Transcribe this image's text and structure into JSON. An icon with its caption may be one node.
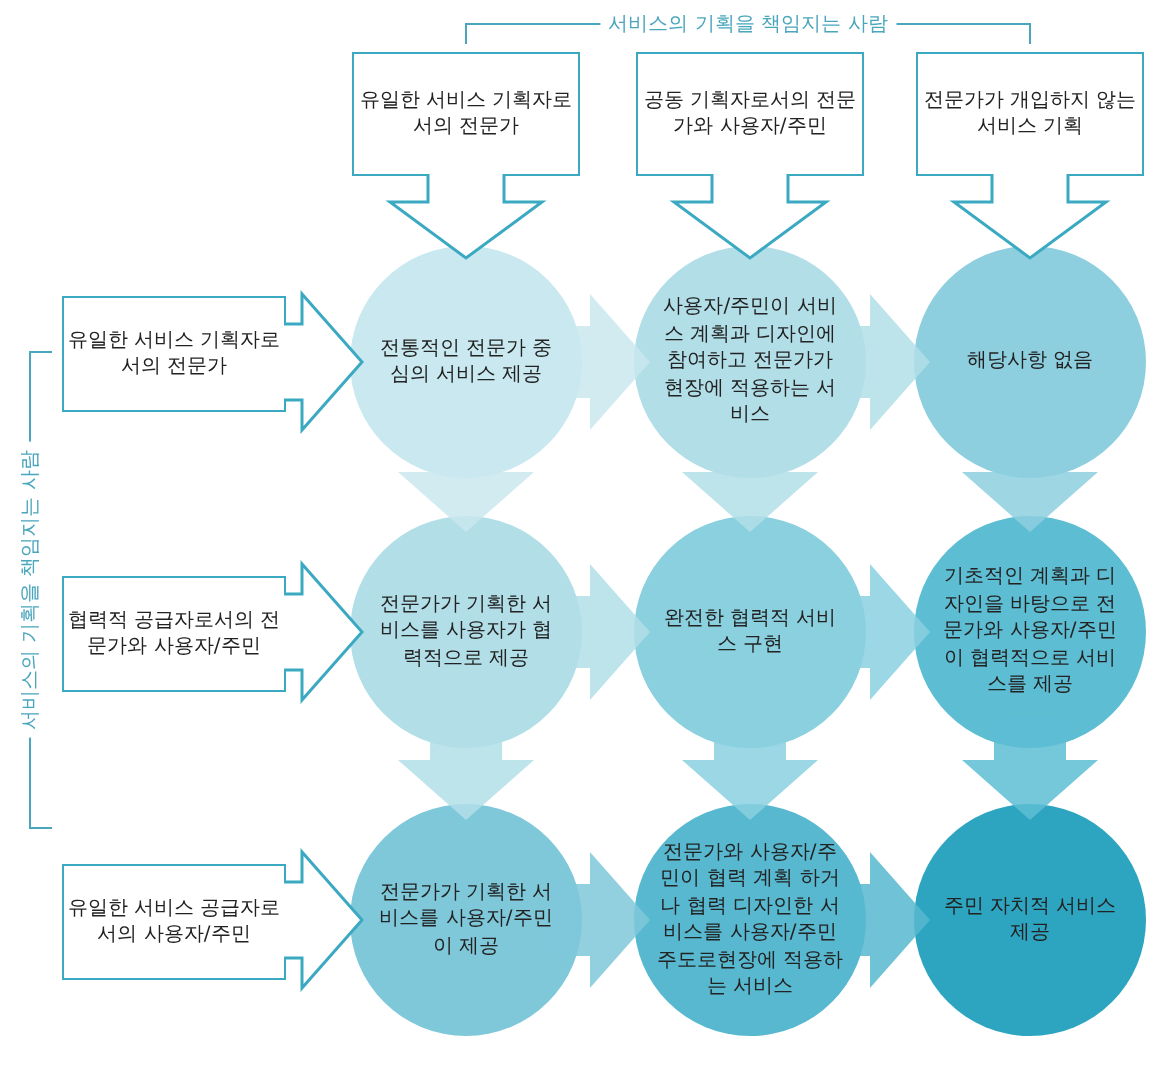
{
  "diagram": {
    "nodes": [
      {
        "text": [
          "유일한 서비스 기획자로서의 전문가"
        ]
      },
      {
        "text": [
          "공동 기획자로서의 전문가와 사용자/주민"
        ]
      },
      {
        "text": [
          "전문가가 개입하지 않는 서비스 기획"
        ]
      },
      {
        "text": [
          "유일한 서비스 기획자로서의 전문가"
        ]
      },
      {
        "text": [
          "전통적인 전문가 중심의 서비스 제공"
        ]
      },
      {
        "text": [
          "사용자/주민이 서비스 계획과 디자인에 참여하고 전문가가 현장에 적용하는 서비스"
        ]
      },
      {
        "text": [
          "해당사항 없음"
        ]
      },
      {
        "text": [
          "협력적 공급자로서의 전문가와 사용자/주민"
        ]
      },
      {
        "text": [
          "전문가가 기획한 서비스를 사용자가 협력적으로 제공"
        ]
      },
      {
        "text": [
          "완전한 협력적 서비스 구현"
        ]
      },
      {
        "text": [
          "기초적인 계획과 디자인을 바탕으로 전문가와 사용자/주민이 협력적으로 서비스를 제공"
        ]
      },
      {
        "text": [
          "유일한 서비스 공급자로서의 사용자/주민"
        ]
      },
      {
        "text": [
          "전문가가 기획한 서비스를 사용자/주민이 제공"
        ]
      },
      {
        "text": [
          "전문가와 사용자/주민이 협력 계획 하거나 협력 디자인한 서비스를 사용자/주민 주도로현장에 적용하는 서비스"
        ]
      },
      {
        "text": [
          "주민 자치적 서비스 제공"
        ]
      }
    ],
    "edges": [
      {
        "from": 0,
        "to": 4,
        "arrow": "to"
      },
      {
        "from": 1,
        "to": 5,
        "arrow": "to"
      },
      {
        "from": 2,
        "to": 6,
        "arrow": "to"
      },
      {
        "from": 3,
        "to": 4,
        "arrow": "to"
      },
      {
        "from": 7,
        "to": 8,
        "arrow": "to"
      },
      {
        "from": 11,
        "to": 12,
        "arrow": "to"
      },
      {
        "from": 4,
        "to": 5,
        "arrow": "to"
      },
      {
        "from": 5,
        "to": 6,
        "arrow": "to"
      },
      {
        "from": 8,
        "to": 9,
        "arrow": "to"
      },
      {
        "from": 9,
        "to": 10,
        "arrow": "to"
      },
      {
        "from": 12,
        "to": 13,
        "arrow": "to"
      },
      {
        "from": 13,
        "to": 14,
        "arrow": "to"
      },
      {
        "from": 4,
        "to": 8,
        "arrow": "to"
      },
      {
        "from": 5,
        "to": 9,
        "arrow": "to"
      },
      {
        "from": 6,
        "to": 10,
        "arrow": "to"
      },
      {
        "from": 8,
        "to": 12,
        "arrow": "to"
      },
      {
        "from": 9,
        "to": 13,
        "arrow": "to"
      },
      {
        "from": 10,
        "to": 14,
        "arrow": "to"
      }
    ],
    "labels": [
      "서비스의 기획을 책임지는 사람",
      "서비스의 기획을 책임지는 사람"
    ]
  }
}
